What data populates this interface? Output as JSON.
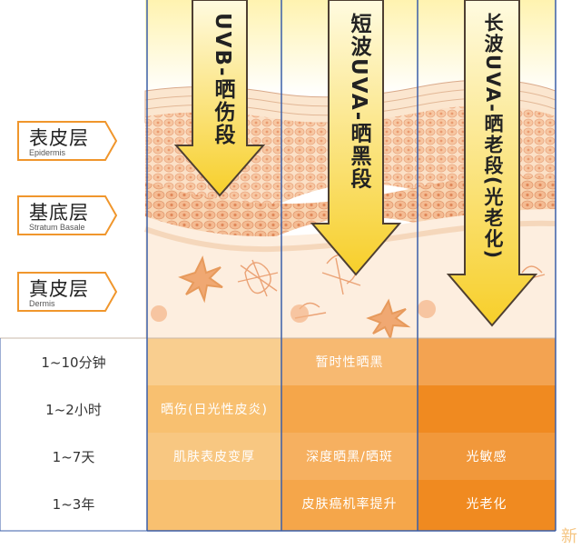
{
  "layers": [
    {
      "cn": "表皮层",
      "en": "Epidermis"
    },
    {
      "cn": "基底层",
      "en": "Stratum Basale"
    },
    {
      "cn": "真皮层",
      "en": "Dermis"
    }
  ],
  "bands": [
    {
      "title": "UVB-晒伤段"
    },
    {
      "title": "短波UVA-晒黑段"
    },
    {
      "title": "长波UVA-晒老段(光老化)"
    }
  ],
  "timeline": [
    "1~10分钟",
    "1~2小时",
    "1~7天",
    "1~3年"
  ],
  "effects": {
    "uvb": [
      "晒伤(日光性皮炎)",
      "肌肤表皮变厚"
    ],
    "uva_short": [
      "暂时性晒黑",
      "深度晒黑/晒斑",
      "皮肤癌机率提升"
    ],
    "uva_long": [
      "光敏感",
      "光老化"
    ]
  },
  "colors": {
    "arrow_fill": "#fbe04a",
    "arrow_stroke": "#5a4a3a",
    "column_border": "#3a5ea8",
    "skin_light": "#fde9d2",
    "skin_cell": "#f6c9a6",
    "orange_light": "#f8c070",
    "orange_mid": "#f5a64a",
    "orange_deep": "#f08a20"
  },
  "watermark": "新"
}
